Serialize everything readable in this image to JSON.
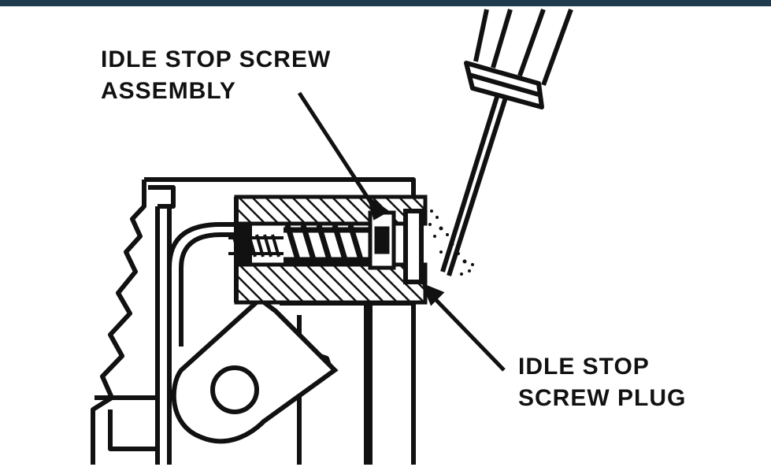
{
  "labels": {
    "assembly": {
      "line1": "IDLE STOP SCREW",
      "line2": "ASSEMBLY"
    },
    "plug": {
      "line1": "IDLE STOP",
      "line2": "SCREW PLUG"
    }
  },
  "colors": {
    "ink": "#111111",
    "paper": "#ffffff",
    "border": "#1f3b4d"
  }
}
